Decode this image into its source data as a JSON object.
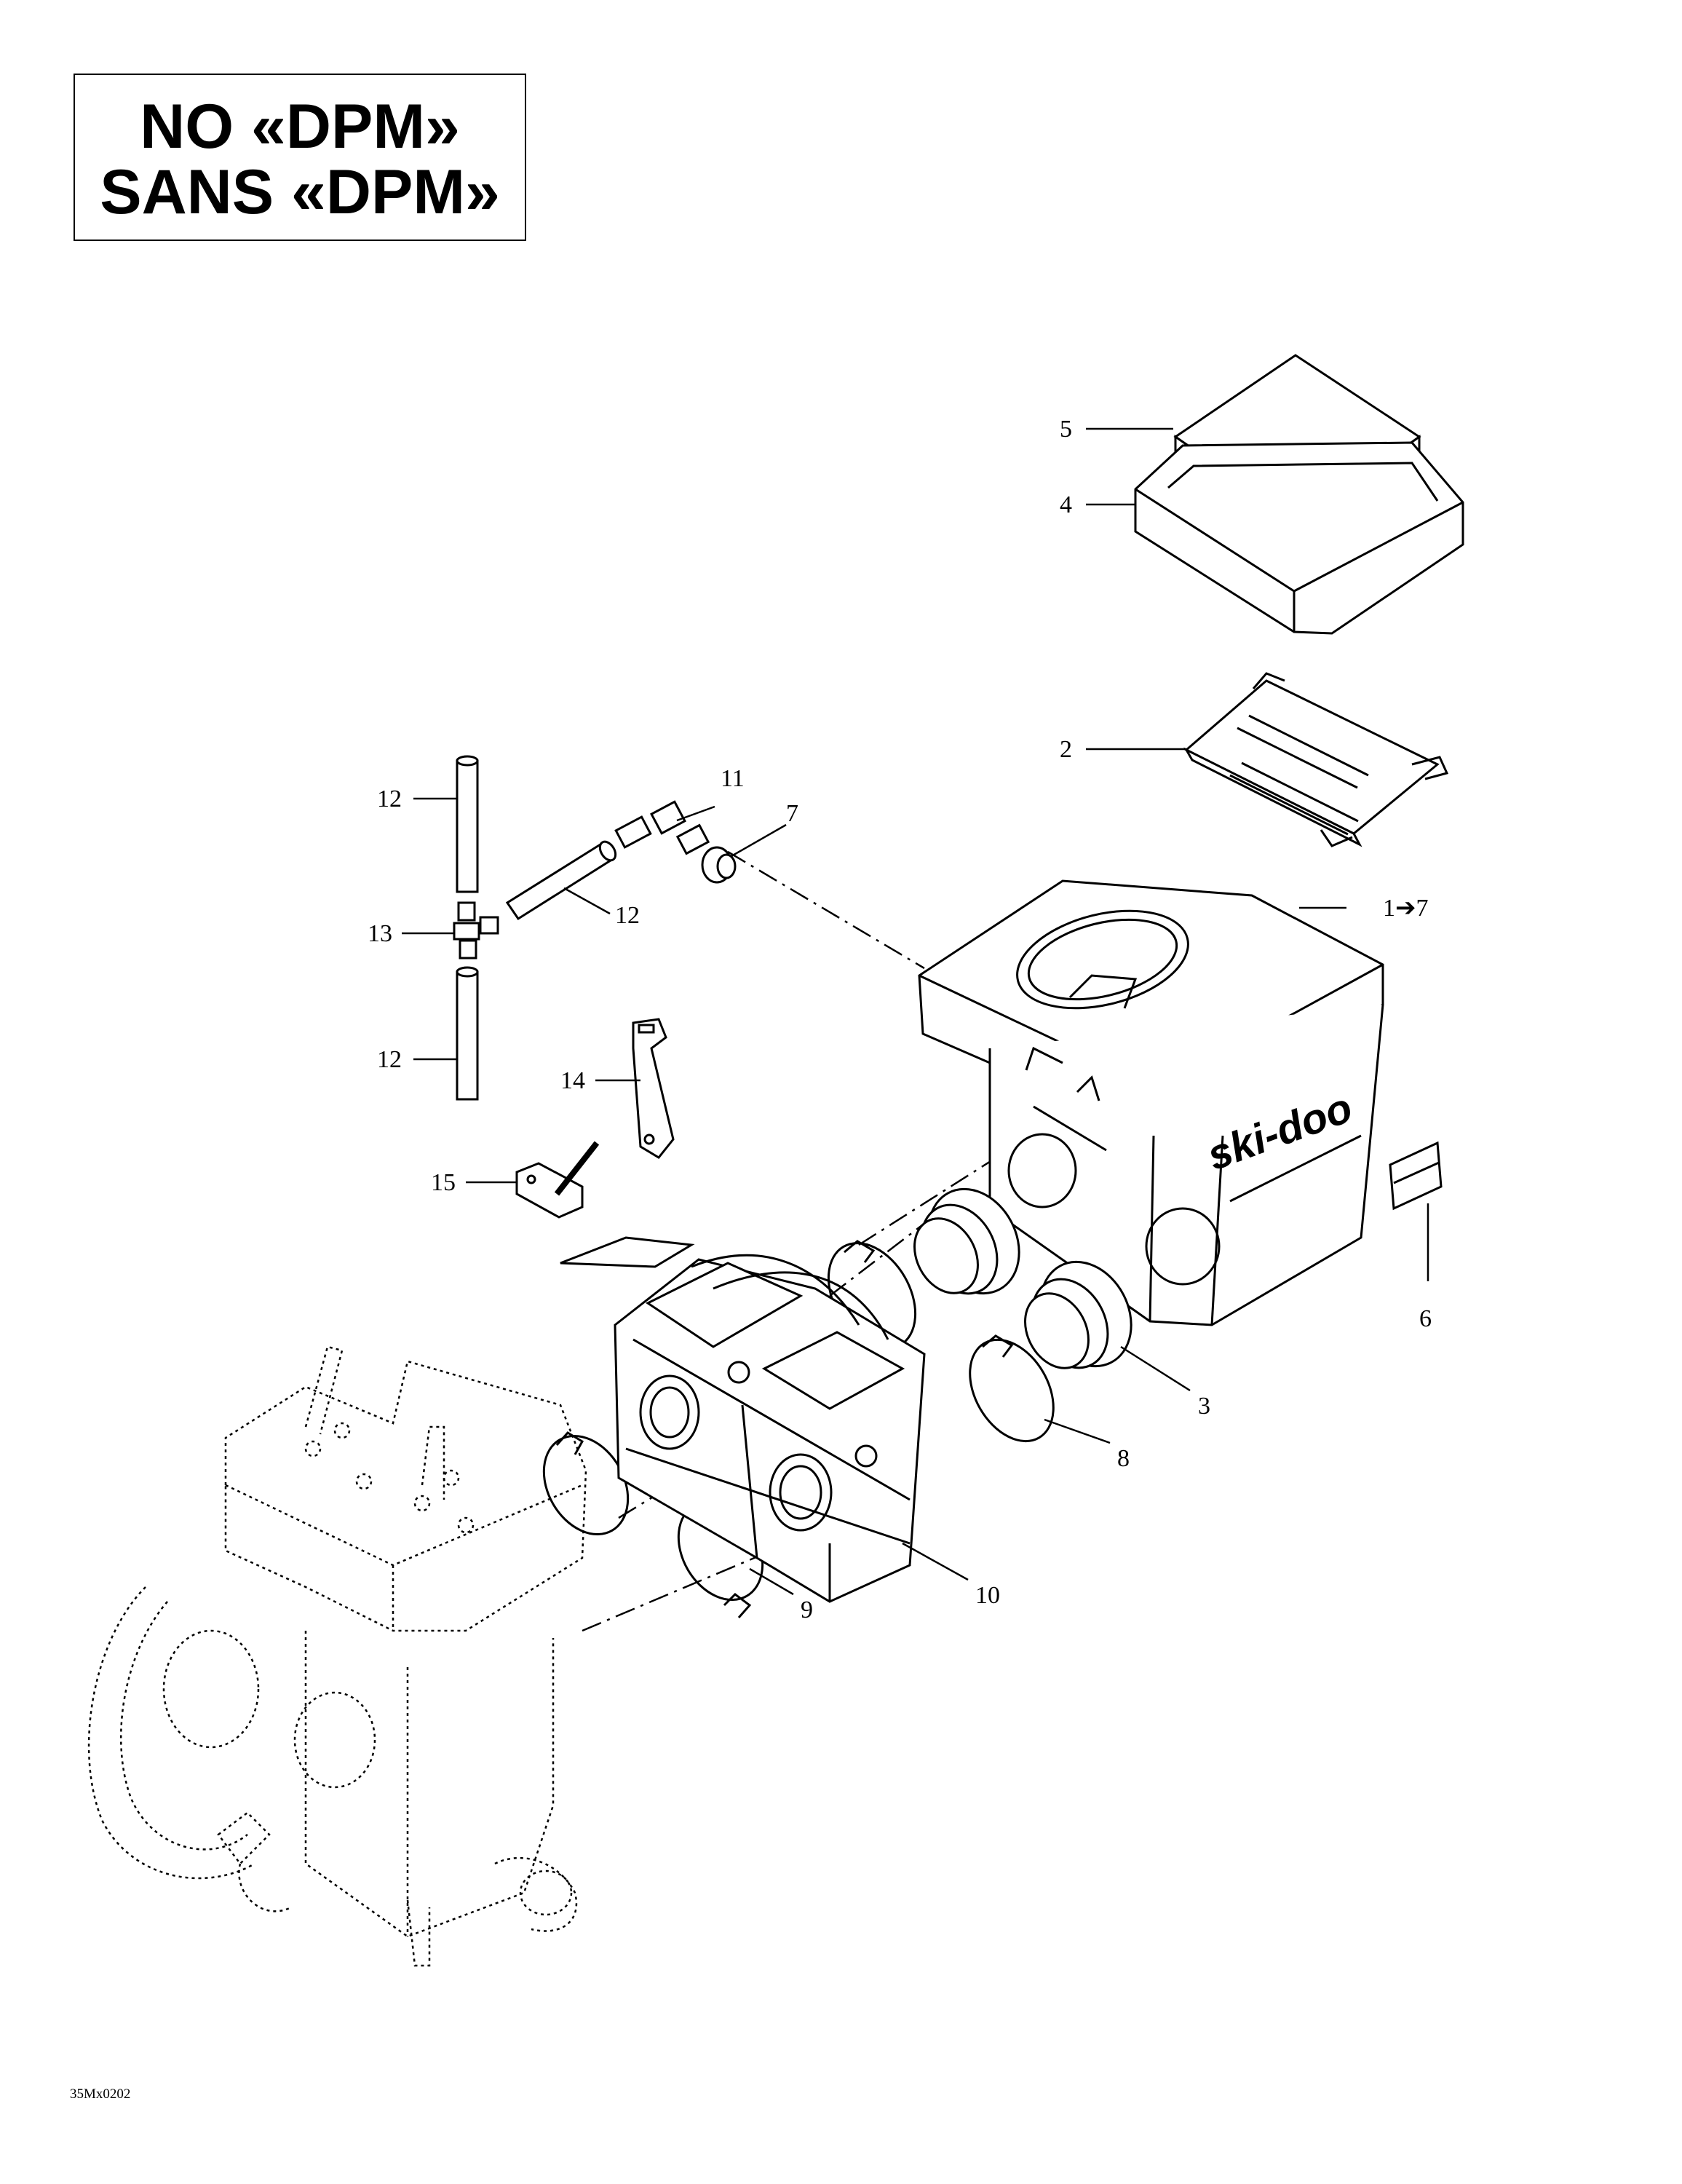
{
  "title": {
    "line1": "NO «DPM»",
    "line2": "SANS «DPM»"
  },
  "callouts": {
    "c1": "1➔7",
    "c2": "2",
    "c3": "3",
    "c4": "4",
    "c5": "5",
    "c6": "6",
    "c7": "7",
    "c8": "8",
    "c9": "9",
    "c10": "10",
    "c11": "11",
    "c12a": "12",
    "c12b": "12",
    "c12c": "12",
    "c13": "13",
    "c14": "14",
    "c15": "15"
  },
  "airbox_logo": "ski-doo",
  "ref_code": "35Mx0202"
}
